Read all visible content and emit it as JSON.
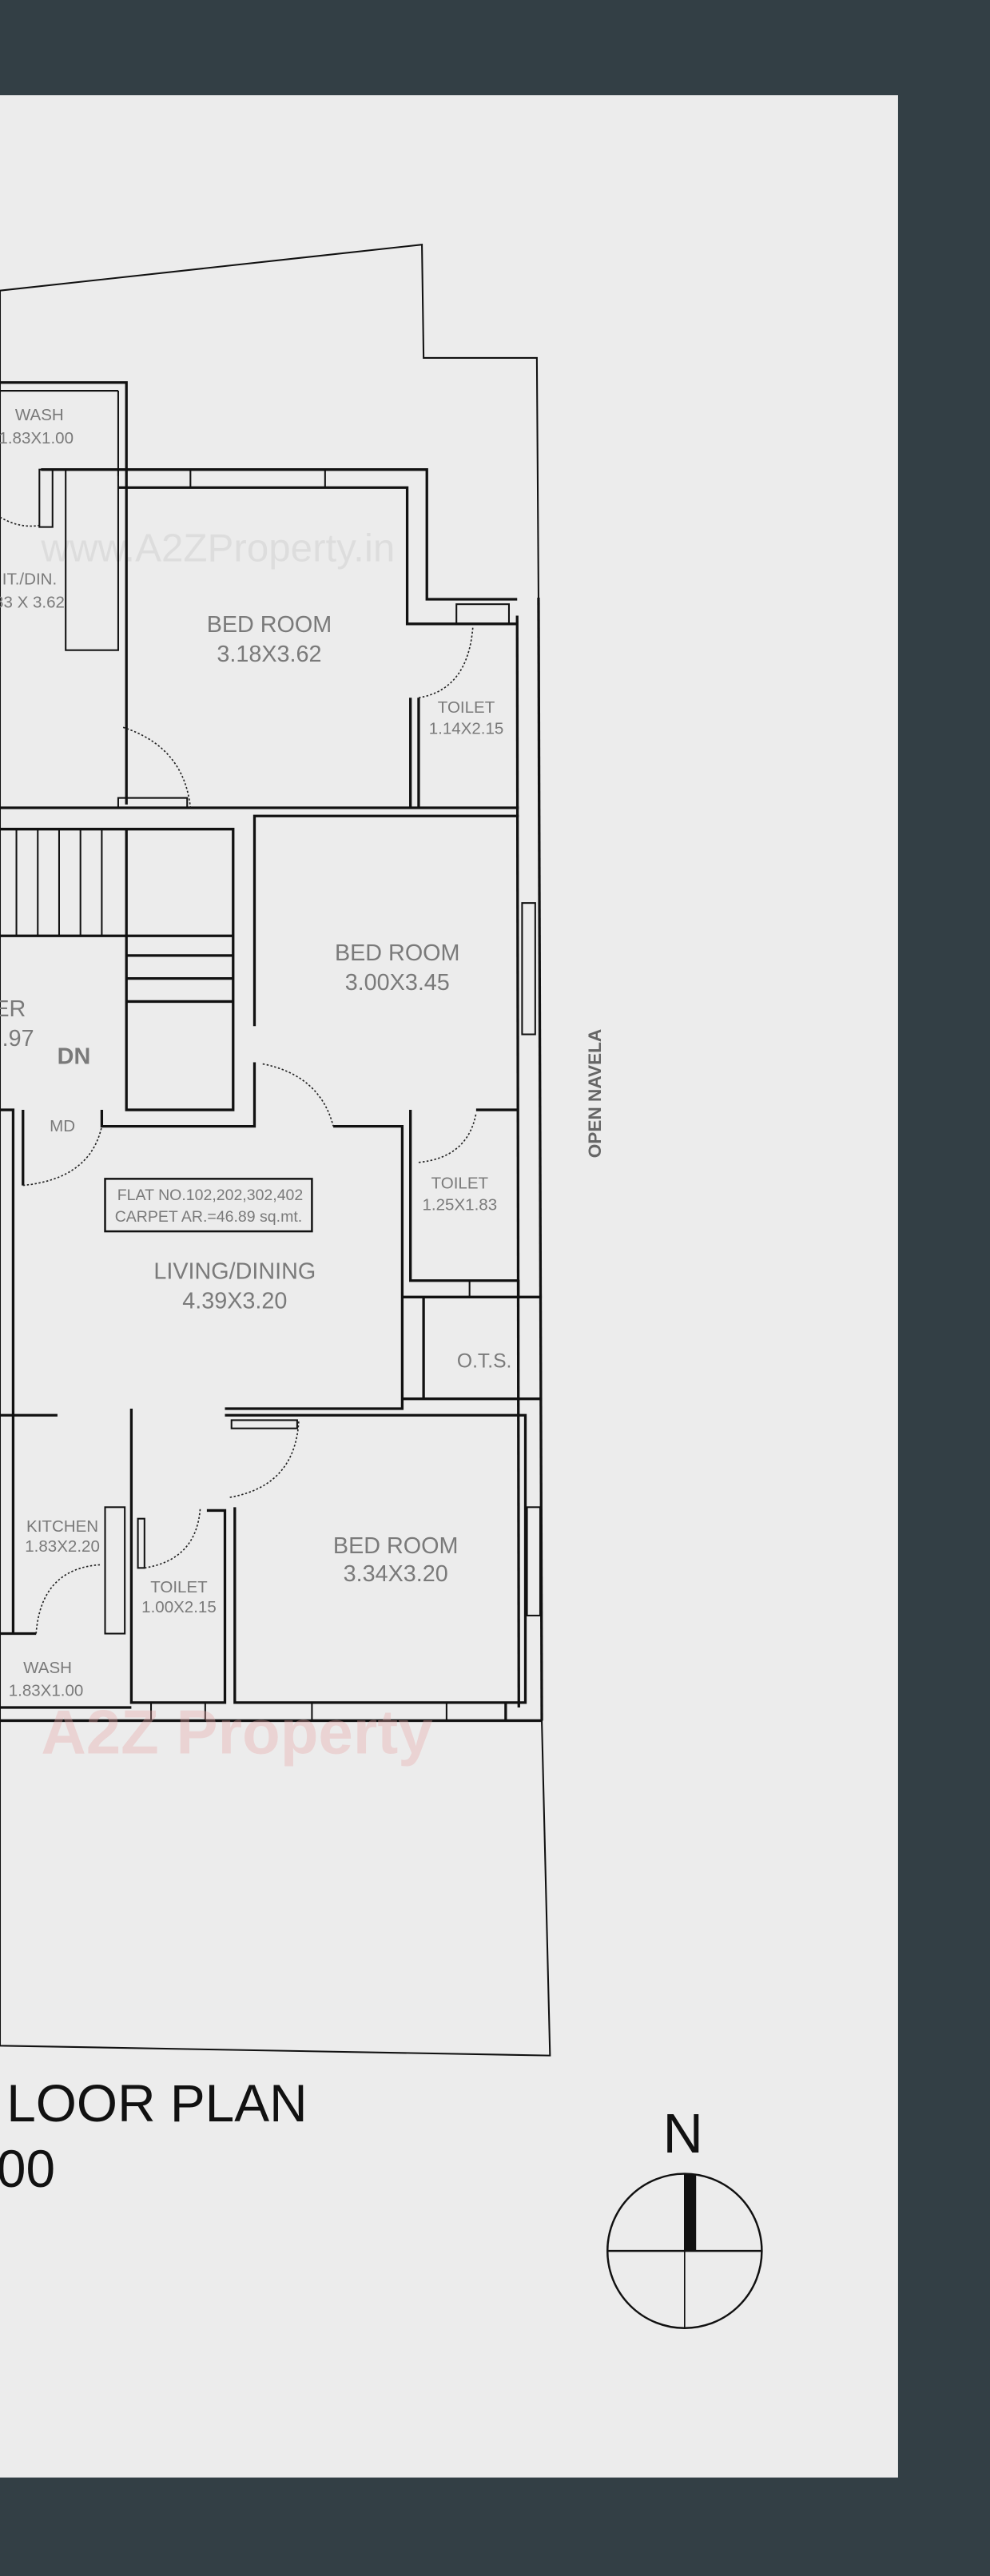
{
  "colors": {
    "frame": "#333f45",
    "sheet": "#ececec",
    "plot": "#ffffff",
    "wall": "#111111",
    "label": "#7a7a7a"
  },
  "rooms": {
    "wash_top": {
      "name": "WASH",
      "size": "1.83X1.00"
    },
    "kit_din": {
      "name": "IT./DIN.",
      "size": "83 X 3.62"
    },
    "bedroom_1": {
      "name": "BED ROOM",
      "size": "3.18X3.62"
    },
    "toilet_1": {
      "name": "TOILET",
      "size": "1.14X2.15"
    },
    "foyer": {
      "name": "ER",
      "size": ".97"
    },
    "stair_dn": "DN",
    "main_door": "MD",
    "bedroom_2": {
      "name": "BED ROOM",
      "size": "3.00X3.45"
    },
    "toilet_2": {
      "name": "TOILET",
      "size": "1.25X1.83"
    },
    "living": {
      "name": "LIVING/DINING",
      "size": "4.39X3.20"
    },
    "ots": "O.T.S.",
    "kitchen": {
      "name": "KITCHEN",
      "size": "1.83X2.20"
    },
    "toilet_3": {
      "name": "TOILET",
      "size": "1.00X2.15"
    },
    "bedroom_3": {
      "name": "BED ROOM",
      "size": "3.34X3.20"
    },
    "wash_bottom": {
      "name": "WASH",
      "size": "1.83X1.00"
    }
  },
  "flat_info": {
    "flat_no": "FLAT NO.102,202,302,402",
    "carpet_area": "CARPET AR.=46.89 sq.mt."
  },
  "open_navela": "OPEN NAVELA",
  "title": {
    "line1": "LOOR PLAN",
    "line2": "00"
  },
  "north": "N",
  "watermarks": {
    "url": "www.A2ZProperty.in",
    "logo": "A2Z Property"
  }
}
